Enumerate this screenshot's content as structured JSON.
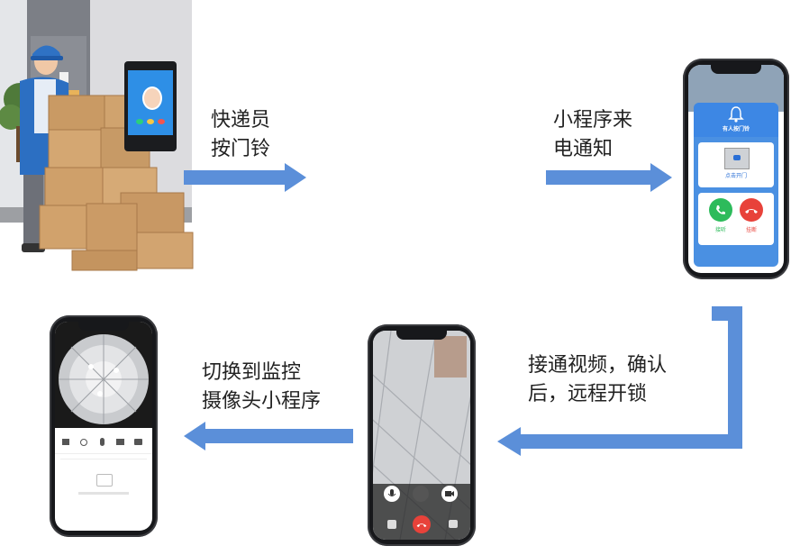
{
  "steps": [
    {
      "line1": "快递员",
      "line2": "按门铃"
    },
    {
      "line1": "小程序来",
      "line2": "电通知"
    },
    {
      "line1": "接通视频，确认",
      "line2": "后，远程开锁"
    },
    {
      "line1": "切换到监控",
      "line2": "摄像头小程序"
    }
  ],
  "phone_notify": {
    "title": "有人按门铃",
    "open_label": "点击开门",
    "answer_label": "接听",
    "hangup_label": "挂断"
  },
  "colors": {
    "arrow": "#5b8fd9",
    "accept": "#2dbb5b",
    "reject": "#e8423a",
    "panel_blue": "#2f7fe0"
  },
  "icons": [
    "bell-icon",
    "phone-answer-icon",
    "phone-hangup-icon",
    "mic-icon",
    "camera-icon"
  ]
}
